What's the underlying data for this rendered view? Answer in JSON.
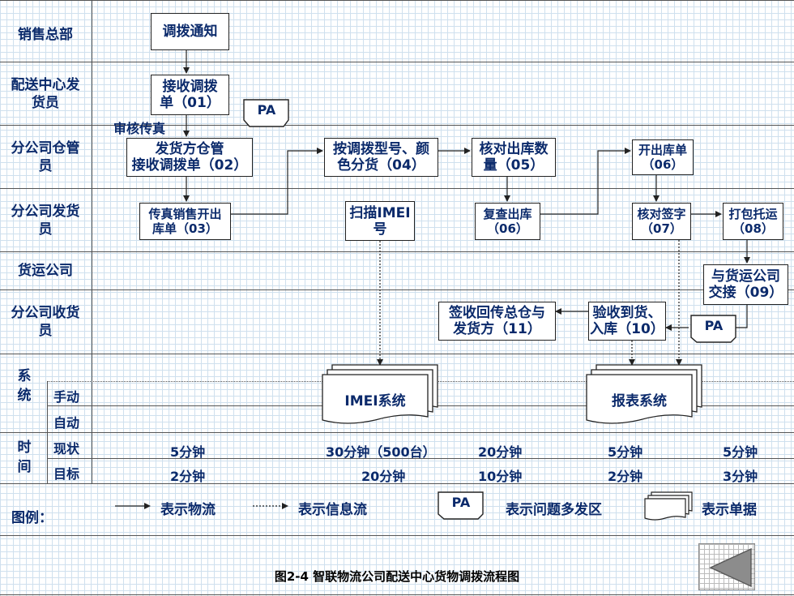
{
  "lanes": [
    "销售总部",
    "配送中心发\n货员",
    "分公司仓管\n员",
    "分公司发货\n员",
    "货运公司",
    "分公司收货\n员"
  ],
  "system_label": "系\n统",
  "system_sub": [
    "手动",
    "自动"
  ],
  "time_label": "时\n间",
  "time_sub": [
    "现状",
    "目标"
  ],
  "boxes": {
    "notice": "调拨通知",
    "receive": "接收调拨\n单（01）",
    "warehouse_receive": "发货方仓管\n接收调拨单（02）",
    "fax_sales": "传真销售开出\n库单（03）",
    "sort": "按调拨型号、颜\n色分货（04）",
    "scan": "扫描IMEI\n号",
    "check_qty": "核对出库数\n量（05）",
    "recheck": "复查出库\n（06）",
    "open_out": "开出库单\n（06）",
    "sign": "核对签字\n（07）",
    "pack": "打包托运\n（08）",
    "handover": "与货运公司\n交接（09）",
    "accept": "验收到货、\n入库（10）",
    "signback": "签收回传总仓与\n发货方（11）"
  },
  "review_fax": "审核传真",
  "pa": "PA",
  "systems": {
    "imei": "IMEI系统",
    "report": "报表系统"
  },
  "times": {
    "current": [
      "5分钟",
      "30分钟（500台）",
      "20分钟",
      "5分钟",
      "5分钟"
    ],
    "target": [
      "2分钟",
      "20分钟",
      "10分钟",
      "2分钟",
      "3分钟"
    ]
  },
  "legend": {
    "title": "图例：",
    "material_flow": "表示物流",
    "info_flow": "表示信息流",
    "problem_area": "表示问题多发区",
    "documents": "表示单据"
  },
  "caption": "图2-4 智联物流公司配送中心货物调拨流程图",
  "colors": {
    "text": "#0b2a6b",
    "grid": "#cfe0ee",
    "line": "#555555"
  },
  "icons": {
    "nav_back": "left-triangle-icon"
  }
}
